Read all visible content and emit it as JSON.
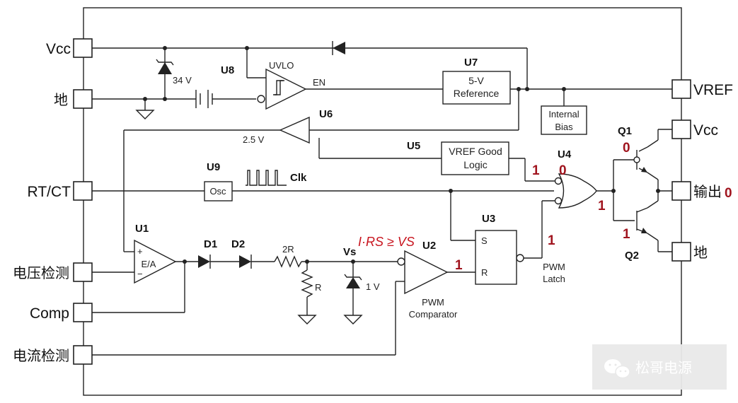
{
  "pins": {
    "vcc": "Vcc",
    "gnd": "地",
    "rtct": "RT/CT",
    "vfb": "电压检测",
    "comp": "Comp",
    "isense": "电流检测",
    "vref": "VREF",
    "out_vcc": "Vcc",
    "output": "输出",
    "out_gnd": "地"
  },
  "components": {
    "U1": "U1",
    "U2": "U2",
    "U3": "U3",
    "U4": "U4",
    "U5": "U5",
    "U6": "U6",
    "U7": "U7",
    "U8": "U8",
    "U9": "U9",
    "D1": "D1",
    "D2": "D2",
    "Q1": "Q1",
    "Q2": "Q2"
  },
  "labels": {
    "zener_34v": "34 V",
    "uvlo": "UVLO",
    "en": "EN",
    "ref_line1": "5-V",
    "ref_line2": "Reference",
    "bias_line1": "Internal",
    "bias_line2": "Bias",
    "v25": "2.5 V",
    "vref_good_line1": "VREF Good",
    "vref_good_line2": "Logic",
    "osc": "Osc",
    "clk": "Clk",
    "ea": "E/A",
    "ea_plus": "+",
    "ea_minus": "−",
    "r2r": "2R",
    "r": "R",
    "vs": "Vs",
    "zener_1v": "1 V",
    "pwm_comp_line1": "PWM",
    "pwm_comp_line2": "Comparator",
    "latch_s": "S",
    "latch_r": "R",
    "pwm_latch_line1": "PWM",
    "pwm_latch_line2": "Latch",
    "equation": "I·RS ≥ VS"
  },
  "logic_levels": {
    "u4_in_top": "1",
    "u4_in_mid": "0",
    "u4_out": "1",
    "latch_out": "1",
    "u2_out": "1",
    "q1_base": "0",
    "q2_base": "1",
    "output": "0"
  },
  "watermark": "松哥电源",
  "colors": {
    "logic_level": "#a0141e",
    "equation": "#c8141e"
  }
}
